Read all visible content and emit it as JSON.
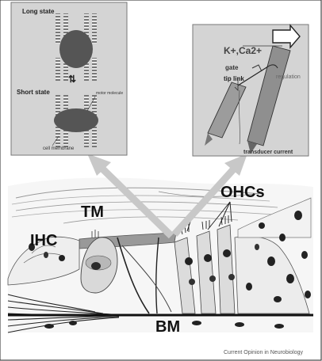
{
  "figure": {
    "labels": {
      "long_state": "Long state",
      "short_state": "Short state",
      "motor_molecule": "motor molecule",
      "cell_membrane": "cell membrane",
      "ions": "K+,Ca2+",
      "gate": "gate",
      "tip_link": "tip link",
      "regulation": "regulation",
      "transducer_current": "transducer current",
      "tm": "TM",
      "ihc": "IHC",
      "ohcs": "OHCs",
      "bm": "BM"
    },
    "source": "Current Opinion in Neurobiology"
  },
  "colors": {
    "panel_bg": "#d4d4d4",
    "arrow": "#c8c8c8",
    "motor": "#555555",
    "ink": "#1a1a1a"
  }
}
